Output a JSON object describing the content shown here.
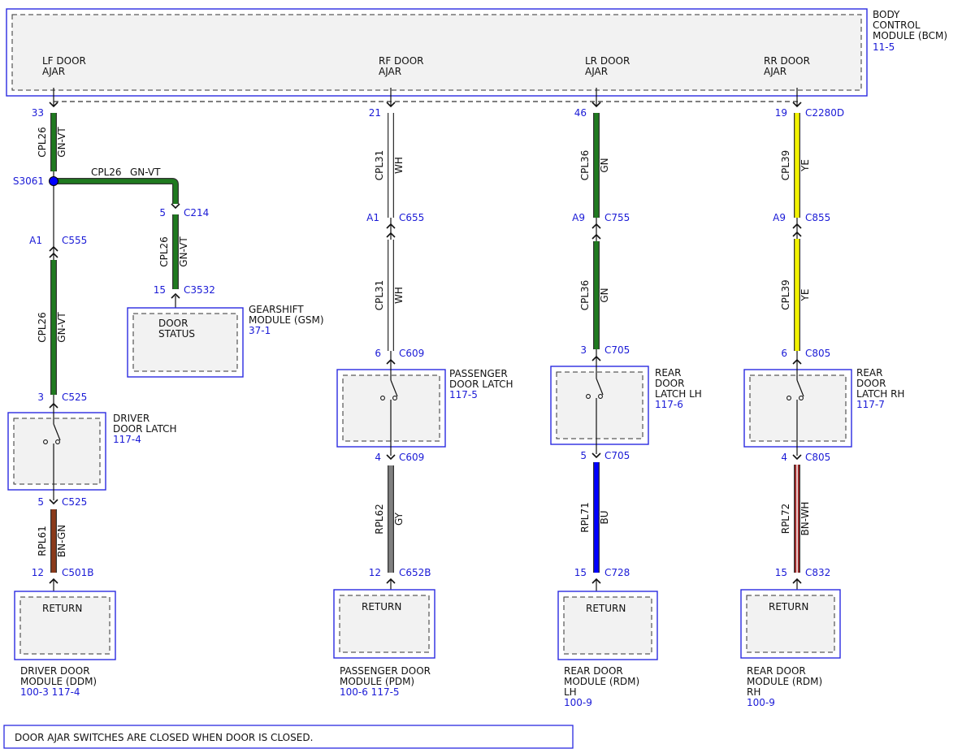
{
  "colors": {
    "GN": "#1f7a1f",
    "GN-VT": "#1f7a1f",
    "WH": "#ffffff",
    "YE": "#f2f200",
    "BN": "#8b3a1a",
    "GY": "#808080",
    "BU": "#0000ff",
    "BN-WH": "#a52a2a",
    "label_blue": "#1a1ad6",
    "box_blue": "#2a2ae0"
  },
  "bcm": {
    "name": "BODY\nCONTROL\nMODULE (BCM)",
    "ref": "11-5",
    "pins": [
      {
        "label": "LF DOOR\nAJAR"
      },
      {
        "label": "RF DOOR\nAJAR"
      },
      {
        "label": "LR DOOR\nAJAR"
      },
      {
        "label": "RR DOOR\nAJAR"
      }
    ]
  },
  "columns": [
    {
      "id": "lf",
      "top_conn": {
        "pin": "33",
        "conn": ""
      },
      "splice": "S3061",
      "segments": [
        {
          "circuit": "CPL26",
          "color": "GN-VT"
        },
        {
          "circuit": "CPL26",
          "color": "GN-VT"
        }
      ],
      "mid_conn": {
        "pin": "A1",
        "conn": "C555"
      },
      "latch_top": {
        "pin": "3",
        "conn": "C525"
      },
      "latch_name": "DRIVER\nDOOR LATCH",
      "latch_ref": "117-4",
      "latch_bottom": {
        "pin": "5",
        "conn": "C525"
      },
      "return_wire": {
        "circuit": "RPL61",
        "color": "BN-GN"
      },
      "return_conn": {
        "pin": "12",
        "conn": "C501B"
      },
      "return_label": "RETURN",
      "module_name": "DRIVER DOOR\nMODULE (DDM)",
      "module_ref": "100-3  117-4"
    },
    {
      "id": "rf",
      "top_conn": {
        "pin": "21",
        "conn": ""
      },
      "segments": [
        {
          "circuit": "CPL31",
          "color": "WH"
        },
        {
          "circuit": "CPL31",
          "color": "WH"
        }
      ],
      "mid_conn": {
        "pin": "A1",
        "conn": "C655"
      },
      "latch_top": {
        "pin": "6",
        "conn": "C609"
      },
      "latch_name": "PASSENGER\nDOOR LATCH",
      "latch_ref": "117-5",
      "latch_bottom": {
        "pin": "4",
        "conn": "C609"
      },
      "return_wire": {
        "circuit": "RPL62",
        "color": "GY"
      },
      "return_conn": {
        "pin": "12",
        "conn": "C652B"
      },
      "return_label": "RETURN",
      "module_name": "PASSENGER DOOR\nMODULE (PDM)",
      "module_ref": "100-6  117-5"
    },
    {
      "id": "lr",
      "top_conn": {
        "pin": "46",
        "conn": ""
      },
      "segments": [
        {
          "circuit": "CPL36",
          "color": "GN"
        },
        {
          "circuit": "CPL36",
          "color": "GN"
        }
      ],
      "mid_conn": {
        "pin": "A9",
        "conn": "C755"
      },
      "latch_top": {
        "pin": "3",
        "conn": "C705"
      },
      "latch_name": "REAR\nDOOR\nLATCH LH",
      "latch_ref": "117-6",
      "latch_bottom": {
        "pin": "5",
        "conn": "C705"
      },
      "return_wire": {
        "circuit": "RPL71",
        "color": "BU"
      },
      "return_conn": {
        "pin": "15",
        "conn": "C728"
      },
      "return_label": "RETURN",
      "module_name": "REAR DOOR\nMODULE (RDM)\nLH",
      "module_ref": "100-9"
    },
    {
      "id": "rr",
      "top_conn": {
        "pin": "19",
        "conn": "C2280D"
      },
      "segments": [
        {
          "circuit": "CPL39",
          "color": "YE"
        },
        {
          "circuit": "CPL39",
          "color": "YE"
        }
      ],
      "mid_conn": {
        "pin": "A9",
        "conn": "C855"
      },
      "latch_top": {
        "pin": "6",
        "conn": "C805"
      },
      "latch_name": "REAR\nDOOR\nLATCH RH",
      "latch_ref": "117-7",
      "latch_bottom": {
        "pin": "4",
        "conn": "C805"
      },
      "return_wire": {
        "circuit": "RPL72",
        "color": "BN-WH"
      },
      "return_conn": {
        "pin": "15",
        "conn": "C832"
      },
      "return_label": "RETURN",
      "module_name": "REAR DOOR\nMODULE (RDM)\nRH",
      "module_ref": "100-9"
    }
  ],
  "branch": {
    "circuit": "CPL26",
    "color": "GN-VT",
    "conn1": {
      "pin": "5",
      "conn": "C214"
    },
    "conn2": {
      "pin": "15",
      "conn": "C3532"
    },
    "pin_label": "DOOR\nSTATUS",
    "module_name": "GEARSHIFT\nMODULE (GSM)",
    "module_ref": "37-1"
  },
  "note": "DOOR AJAR SWITCHES ARE CLOSED WHEN DOOR IS CLOSED."
}
